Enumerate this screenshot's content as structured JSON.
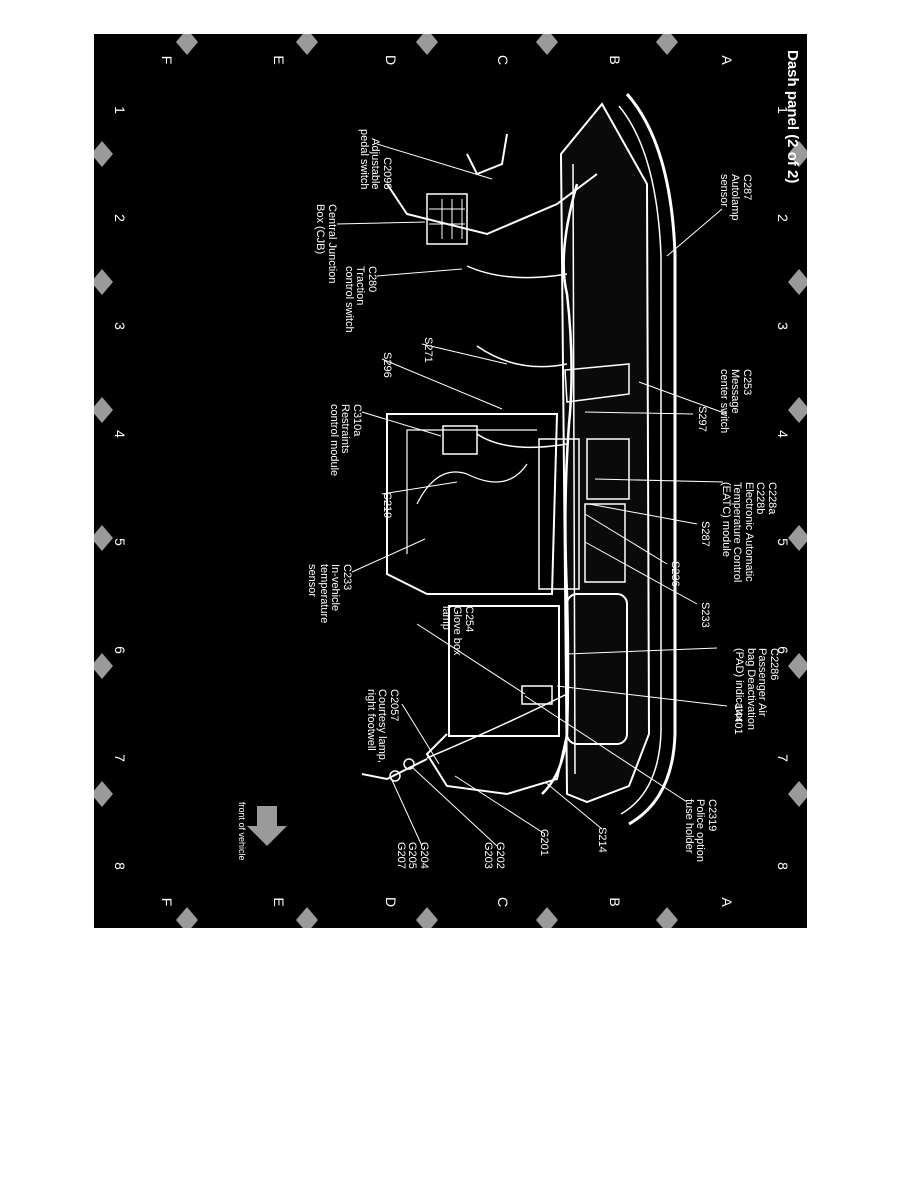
{
  "title": "Dash panel (2 of 2)",
  "grid": {
    "columns": [
      "1",
      "2",
      "3",
      "4",
      "5",
      "6",
      "7",
      "8"
    ],
    "rows": [
      "A",
      "B",
      "C",
      "D",
      "E",
      "F"
    ]
  },
  "front_label": "front of vehicle",
  "labels": {
    "c287": "C287\nAutolamp\nsensor",
    "c253": "C253\nMessage\ncenter switch",
    "s297": "S297",
    "c228": "C228a\nC228b\nElectronic Automatic\nTemperature Control\n(EATC) module",
    "s287": "S287",
    "s236": "S236",
    "s233": "S233",
    "c2286": "C2286\nPassenger Air\nbag Deactivation\n(PAD) indicator",
    "n14401": "14401",
    "c2319": "C2319\nPolice option\nfuse holder",
    "s214": "S214",
    "g201": "G201",
    "g202": "G202\nG203",
    "g204": "G204\nG205\nG207",
    "c2098": "C2098\nAdjustable\npedal switch",
    "cjb": "Central Junction\nBox (CJB)",
    "c280": "C280\nTraction\ncontrol switch",
    "s271": "S271",
    "s296": "S296",
    "c310a": "C310a\nRestraints\ncontrol module",
    "c219": "C219",
    "c233": "C233\nIn-vehicle\ntemperature\nsensor",
    "c254": "C254\nGlove box\nlamp",
    "c2057": "C2057\nCourtesy lamp,\nright footwell"
  }
}
